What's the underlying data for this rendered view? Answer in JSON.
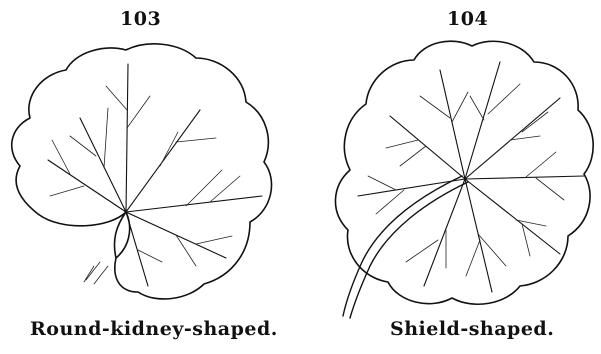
{
  "figures": [
    {
      "number": "103",
      "caption": "Round-kidney-shaped."
    },
    {
      "number": "104",
      "caption": "Shield-shaped."
    }
  ]
}
